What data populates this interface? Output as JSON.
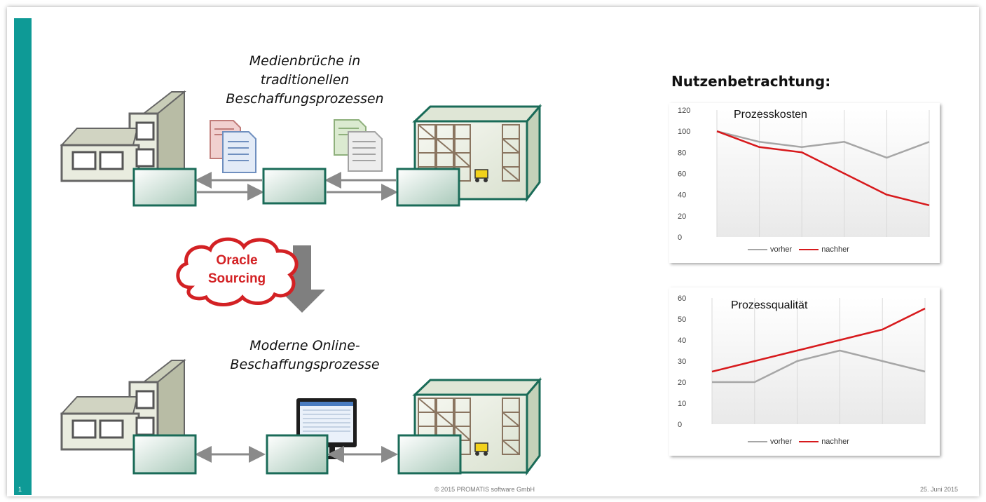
{
  "slide": {
    "number": "1",
    "caption_top_lines": [
      "Medienbrüche in",
      "traditionellen",
      "Beschaffungsprozessen"
    ],
    "cloud_lines": [
      "Oracle",
      "Sourcing"
    ],
    "caption_bottom_lines": [
      "Moderne Online-",
      "Beschaffungsprozesse"
    ],
    "heading": "Nutzenbetrachtung:",
    "footer_copyright": "© 2015 PROMATIS software GmbH",
    "footer_date": "25. Juni 2015",
    "colors": {
      "accent": "#0e9a96",
      "box_border": "#1a6b58",
      "series_before": "#a6a6a6",
      "series_after": "#d7191c"
    }
  },
  "chart_data": [
    {
      "type": "line",
      "title": "Prozesskosten",
      "x": [
        1,
        2,
        3,
        4,
        5,
        6
      ],
      "ylim": [
        0,
        120
      ],
      "yticks": [
        "0",
        "20",
        "40",
        "60",
        "80",
        "100",
        "120"
      ],
      "series": [
        {
          "name": "vorher",
          "values": [
            100,
            90,
            85,
            90,
            75,
            90
          ]
        },
        {
          "name": "nachher",
          "values": [
            100,
            85,
            80,
            60,
            40,
            30
          ]
        }
      ],
      "legend": "bottom",
      "grid": "vertical"
    },
    {
      "type": "line",
      "title": "Prozessqualität",
      "x": [
        1,
        2,
        3,
        4,
        5,
        6
      ],
      "ylim": [
        0,
        60
      ],
      "yticks": [
        "0",
        "10",
        "20",
        "30",
        "40",
        "50",
        "60"
      ],
      "series": [
        {
          "name": "vorher",
          "values": [
            20,
            20,
            30,
            35,
            30,
            25
          ]
        },
        {
          "name": "nachher",
          "values": [
            25,
            30,
            35,
            40,
            45,
            55
          ]
        }
      ],
      "legend": "bottom",
      "grid": "vertical"
    }
  ]
}
